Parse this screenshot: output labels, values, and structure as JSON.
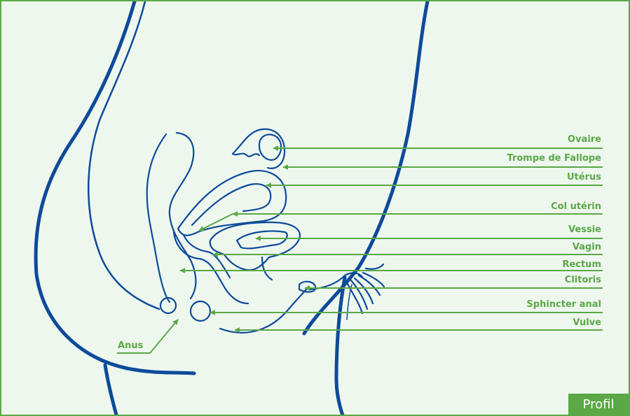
{
  "badge": "Profil",
  "colors": {
    "line": "#0d4a9a",
    "accent": "#5aa846",
    "background": "#eef7ee"
  },
  "labels": {
    "ovaire": "Ovaire",
    "trompe": "Trompe de Fallope",
    "uterus": "Utérus",
    "col": "Col utérin",
    "vessie": "Vessie",
    "vagin": "Vagin",
    "rectum": "Rectum",
    "clitoris": "Clitoris",
    "sphincter": "Sphincter anal",
    "vulve": "Vulve",
    "anus": "Anus"
  }
}
